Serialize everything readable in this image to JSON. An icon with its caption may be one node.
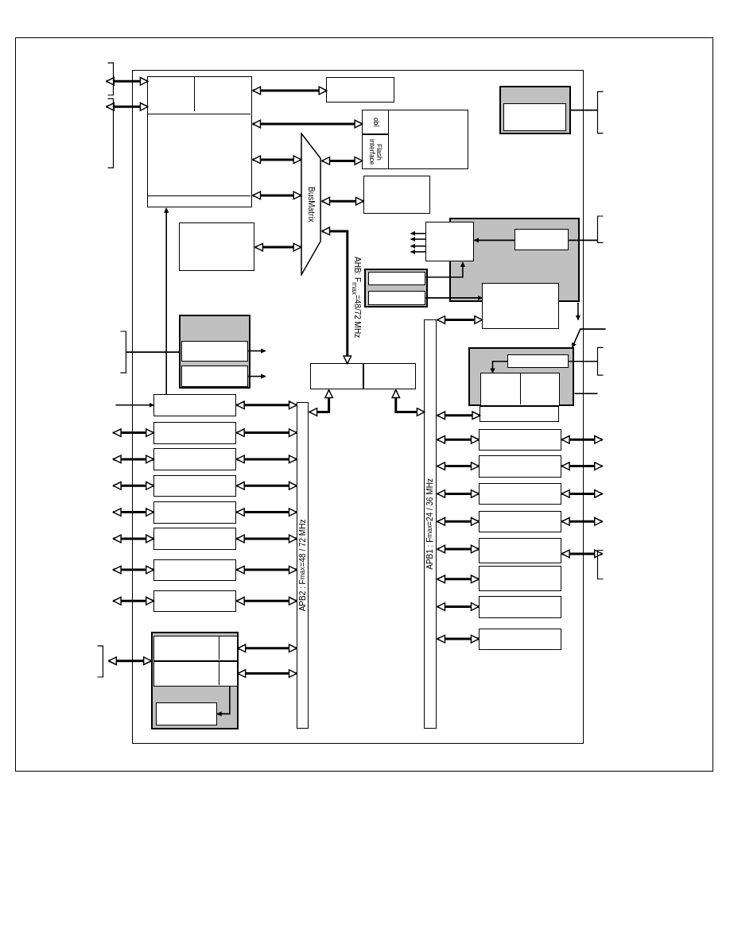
{
  "diagram": {
    "nodes": [
      {
        "text": [],
        "shape": "box"
      },
      {
        "text": [],
        "shape": "box",
        "in": 0
      },
      {
        "text": [],
        "shape": "box",
        "in": 0
      },
      {
        "text": [],
        "shape": "box",
        "in": 0
      },
      {
        "text": [
          "obl"
        ],
        "in": 3
      },
      {
        "text": [
          "Flash interface"
        ],
        "in": 3
      },
      {
        "text": [
          "BusMatrix"
        ],
        "in": 0
      },
      {
        "text": [],
        "shape": "box",
        "in": 0
      },
      {
        "text": [],
        "shape": "box",
        "in": 0
      },
      {
        "text": [],
        "shape": "box",
        "in": 0
      },
      {
        "text": [],
        "shape": "box",
        "in": 0
      },
      {
        "text": [
          "APB2 : F$_{max}$=48 / 72 MHz"
        ],
        "in": 0
      },
      {
        "text": [
          "APB1 : F$_{max}$=24 / 36 MHz"
        ],
        "in": 0
      },
      {
        "text": [],
        "shape": "box",
        "in": 0
      },
      {
        "text": [],
        "shape": "box",
        "in": 0
      },
      {
        "text": [],
        "shape": "box",
        "in": 0
      },
      {
        "text": [],
        "shape": "box",
        "in": 0
      },
      {
        "text": [],
        "shape": "box",
        "in": 0
      },
      {
        "text": [],
        "shape": "box",
        "in": 0
      },
      {
        "text": [],
        "shape": "box",
        "in": 0
      },
      {
        "text": [],
        "shape": "box",
        "in": 0
      },
      {
        "text": [],
        "shape": "box",
        "in": 0
      },
      {
        "text": [],
        "shape": "box",
        "in": 21
      },
      {
        "text": [],
        "shape": "box",
        "in": 21
      },
      {
        "text": [],
        "shape": "box",
        "in": 21
      },
      {
        "text": [],
        "shape": "box",
        "in": 0
      },
      {
        "text": [],
        "shape": "box",
        "in": 25
      },
      {
        "text": [],
        "shape": "box",
        "in": 25
      },
      {
        "text": [],
        "shape": "box",
        "in": 0
      },
      {
        "text": [],
        "shape": "box",
        "in": 28
      },
      {
        "text": [],
        "shape": "box",
        "in": 0
      },
      {
        "text": [],
        "shape": "box",
        "in": 30
      },
      {
        "text": [],
        "shape": "box",
        "in": 0
      },
      {
        "text": [],
        "shape": "box",
        "in": 0
      },
      {
        "text": [],
        "shape": "box",
        "in": 0
      },
      {
        "text": [],
        "shape": "box",
        "in": 34
      },
      {
        "text": [],
        "shape": "box",
        "in": 34
      },
      {
        "text": [],
        "shape": "box",
        "in": 0
      },
      {
        "text": [],
        "shape": "box",
        "in": 37
      },
      {
        "text": [],
        "shape": "box",
        "in": 37
      },
      {
        "text": [],
        "shape": "box",
        "in": 0
      },
      {
        "text": [],
        "shape": "box",
        "in": 0
      },
      {
        "text": [],
        "shape": "box",
        "in": 0
      },
      {
        "text": [],
        "shape": "box",
        "in": 0
      },
      {
        "text": [],
        "shape": "box",
        "in": 0
      },
      {
        "text": [],
        "shape": "box",
        "in": 0
      },
      {
        "text": [],
        "shape": "box",
        "in": 0
      },
      {
        "text": [],
        "shape": "box",
        "in": 0
      },
      {
        "text": [],
        "shape": "box",
        "in": 0
      }
    ],
    "edges": [
      {
        "from": null,
        "to": 1,
        "arrow": "both"
      },
      {
        "from": null,
        "to": 1,
        "arrow": "both"
      },
      {
        "from": 1,
        "to": 2,
        "arrow": "both"
      },
      {
        "from": 1,
        "to": 4,
        "arrow": "both"
      },
      {
        "from": 1,
        "to": 6,
        "arrow": "both"
      },
      {
        "from": 1,
        "to": 6,
        "arrow": "both"
      },
      {
        "from": 8,
        "to": 6,
        "arrow": "both"
      },
      {
        "from": 6,
        "to": 5,
        "arrow": "both"
      },
      {
        "from": 6,
        "to": 7,
        "arrow": "both"
      },
      {
        "from": 6,
        "to": 9,
        "arrow": "both",
        "label": "AHB: F$_{max}$=48/72 MHz"
      },
      {
        "from": 9,
        "to": 11,
        "arrow": "both"
      },
      {
        "from": 10,
        "to": 12,
        "arrow": "both"
      },
      {
        "from": null,
        "to": 13,
        "arrow": "to"
      },
      {
        "from": null,
        "to": 14,
        "arrow": "both"
      },
      {
        "from": null,
        "to": 15,
        "arrow": "both"
      },
      {
        "from": null,
        "to": 16,
        "arrow": "both"
      },
      {
        "from": null,
        "to": 17,
        "arrow": "both"
      },
      {
        "from": null,
        "to": 18,
        "arrow": "both"
      },
      {
        "from": null,
        "to": 19,
        "arrow": "both"
      },
      {
        "from": null,
        "to": 20,
        "arrow": "both"
      },
      {
        "from": 13,
        "to": 11,
        "arrow": "both"
      },
      {
        "from": 14,
        "to": 11,
        "arrow": "both"
      },
      {
        "from": 15,
        "to": 11,
        "arrow": "both"
      },
      {
        "from": 16,
        "to": 11,
        "arrow": "both"
      },
      {
        "from": 17,
        "to": 11,
        "arrow": "both"
      },
      {
        "from": 18,
        "to": 11,
        "arrow": "both"
      },
      {
        "from": 19,
        "to": 11,
        "arrow": "both"
      },
      {
        "from": 20,
        "to": 11,
        "arrow": "both"
      },
      {
        "from": null,
        "to": 21,
        "arrow": "both"
      },
      {
        "from": 22,
        "to": 11,
        "arrow": "both"
      },
      {
        "from": 23,
        "to": 11,
        "arrow": "both"
      },
      {
        "from": 23,
        "to": 24,
        "arrow": "to"
      },
      {
        "from": 13,
        "to": 1,
        "arrow": "to"
      },
      {
        "from": null,
        "to": 25,
        "arrow": "none"
      },
      {
        "from": 26,
        "to": null,
        "arrow": "to"
      },
      {
        "from": 27,
        "to": null,
        "arrow": "to"
      },
      {
        "from": 28,
        "to": null,
        "arrow": "none"
      },
      {
        "from": 33,
        "to": null,
        "arrow": "to"
      },
      {
        "from": 33,
        "to": null,
        "arrow": "to"
      },
      {
        "from": 33,
        "to": null,
        "arrow": "to"
      },
      {
        "from": 33,
        "to": null,
        "arrow": "to"
      },
      {
        "from": 31,
        "to": 33,
        "arrow": "to"
      },
      {
        "from": 31,
        "to": null,
        "arrow": "none"
      },
      {
        "from": 35,
        "to": 33,
        "arrow": "to"
      },
      {
        "from": 36,
        "to": 32,
        "arrow": "to"
      },
      {
        "from": 32,
        "to": 12,
        "arrow": "both"
      },
      {
        "from": 30,
        "to": null,
        "arrow": "to"
      },
      {
        "from": null,
        "to": 37,
        "arrow": "to"
      },
      {
        "from": 38,
        "to": 39,
        "arrow": "to"
      },
      {
        "from": 38,
        "to": null,
        "arrow": "none"
      },
      {
        "from": 37,
        "to": null,
        "arrow": "none"
      },
      {
        "from": 40,
        "to": 12,
        "arrow": "both"
      },
      {
        "from": 41,
        "to": 12,
        "arrow": "both"
      },
      {
        "from": 42,
        "to": 12,
        "arrow": "both"
      },
      {
        "from": 43,
        "to": 12,
        "arrow": "both"
      },
      {
        "from": 44,
        "to": 12,
        "arrow": "both"
      },
      {
        "from": 45,
        "to": 12,
        "arrow": "both"
      },
      {
        "from": 46,
        "to": 12,
        "arrow": "both"
      },
      {
        "from": 47,
        "to": 12,
        "arrow": "both"
      },
      {
        "from": 48,
        "to": 12,
        "arrow": "both"
      },
      {
        "from": null,
        "to": 41,
        "arrow": "both"
      },
      {
        "from": null,
        "to": 42,
        "arrow": "both"
      },
      {
        "from": null,
        "to": 43,
        "arrow": "both"
      },
      {
        "from": null,
        "to": 44,
        "arrow": "both"
      },
      {
        "from": null,
        "to": 45,
        "arrow": "both"
      }
    ]
  }
}
